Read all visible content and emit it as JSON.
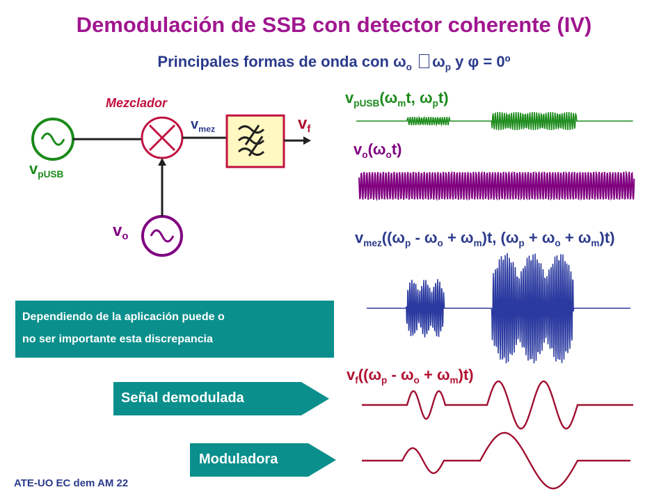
{
  "title": "Demodulación de SSB con detector coherente (IV)",
  "subtitle": {
    "pre": "Principales formas de onda con ",
    "w": "ω",
    "o": "o",
    "mid": " ",
    "p": "p",
    "post1": " y ",
    "phi": "φ",
    "post2": " = 0º"
  },
  "diagram": {
    "mixer_label": "Mezclador",
    "source_label": "v",
    "source_sub": "pUSB",
    "mez_label": "v",
    "mez_sub": "mez",
    "filter_out_label": "v",
    "filter_out_sub": "f",
    "osc_label": "v",
    "osc_sub": "o"
  },
  "waveforms": {
    "pusb": {
      "v": "v",
      "sub": "pUSB",
      "paren": "(",
      "w1": "ω",
      "s1": "m",
      "t1": "t, ",
      "w2": "ω",
      "s2": "p",
      "t2": "t)"
    },
    "vo": {
      "v": "v",
      "sub": "o",
      "paren": "(",
      "w": "ω",
      "s": "o",
      "t": "t)"
    },
    "vmez": {
      "v": "v",
      "sub": "mez",
      "a": "((",
      "w1": "ω",
      "s1": "p",
      "b": " - ",
      "w2": "ω",
      "s2": "o",
      "c": " + ",
      "w3": "ω",
      "s3": "m",
      "d": ")t, (",
      "w4": "ω",
      "s4": "p",
      "e": " + ",
      "w5": "ω",
      "s5": "o",
      "f": " + ",
      "w6": "ω",
      "s6": "m",
      "g": ")t)"
    },
    "vf": {
      "v": "v",
      "sub": "f",
      "a": "((",
      "w1": "ω",
      "s1": "p",
      "b": " - ",
      "w2": "ω",
      "s2": "o",
      "c": " + ",
      "w3": "ω",
      "s3": "m",
      "d": ")t)"
    }
  },
  "note": {
    "line1": "Dependiendo de la aplicación puede o",
    "line2": "no ser importante esta discrepancia"
  },
  "arrows": {
    "demod": "Señal demodulada",
    "moduladora": "Moduladora"
  },
  "footer": "ATE-UO EC dem AM 22",
  "colors": {
    "title": "#a0168f",
    "navy": "#2b3a8c",
    "green": "#1a8a1a",
    "purple": "#800080",
    "red": "#b01030",
    "teal": "#0a8f8c"
  }
}
